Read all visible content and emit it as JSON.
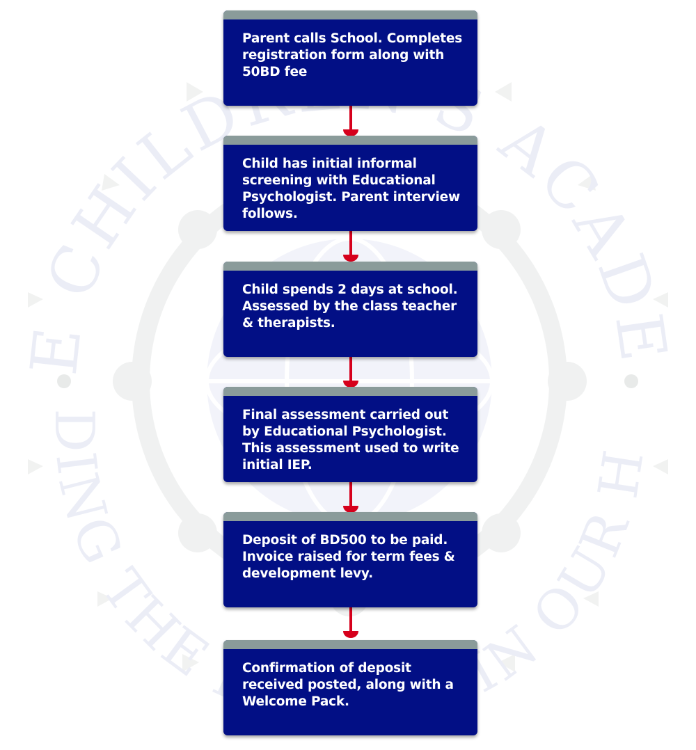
{
  "watermark": {
    "top_text": "THE CHILDREN'S ACADEMY",
    "bottom_text": "HOLDING THE FUTURE IN OUR HANDS"
  },
  "colors": {
    "box_fill": "#020f85",
    "box_cap": "#8a9b9a",
    "box_text": "#ffffff",
    "connector": "#d6001c"
  },
  "steps": [
    {
      "text": "Parent calls School.  Completes registration form along with 50BD fee"
    },
    {
      "text": "Child has initial informal screening with Educational Psychologist.  Parent interview follows."
    },
    {
      "text": "Child spends 2 days at school.  Assessed by the class teacher & therapists."
    },
    {
      "text": "Final assessment carried out by Educational Psychologist.  This assessment used to write initial IEP."
    },
    {
      "text": "Deposit of BD500 to be paid.  Invoice raised for term fees & development levy."
    },
    {
      "text": "Confirmation of deposit received posted, along with a Welcome Pack."
    }
  ]
}
